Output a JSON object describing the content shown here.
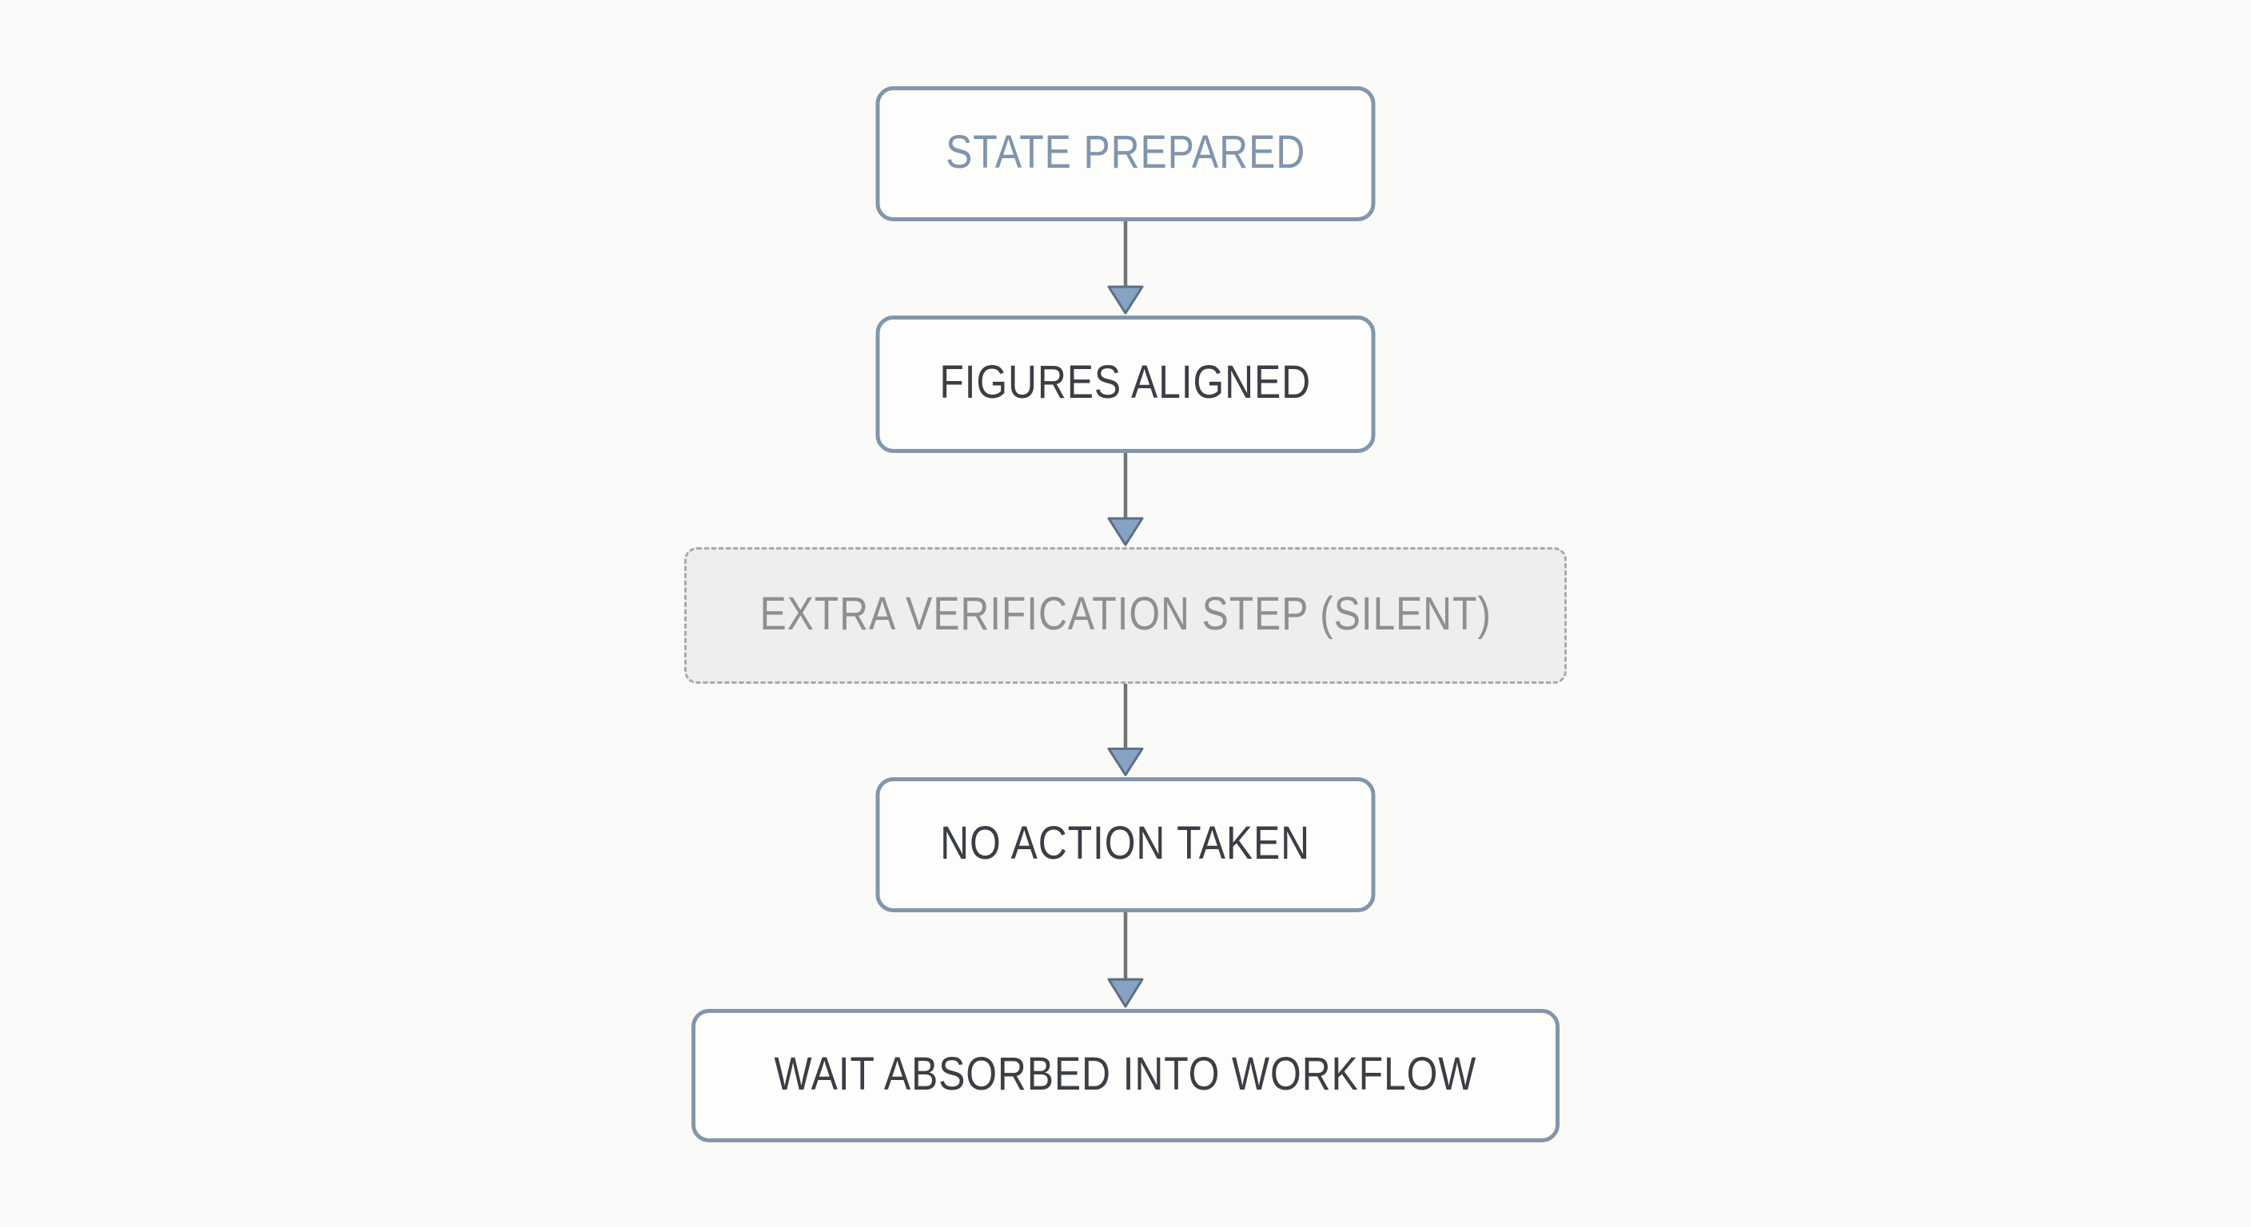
{
  "diagram": {
    "type": "flowchart",
    "direction": "top-down",
    "nodes": [
      {
        "id": "state-prepared",
        "label": "STATE PREPARED",
        "variant": "solid-accent"
      },
      {
        "id": "figures-aligned",
        "label": "FIGURES ALIGNED",
        "variant": "solid"
      },
      {
        "id": "extra-verification",
        "label": "EXTRA VERIFICATION STEP (SILENT)",
        "variant": "dashed-muted"
      },
      {
        "id": "no-action-taken",
        "label": "NO ACTION TAKEN",
        "variant": "solid"
      },
      {
        "id": "wait-absorbed",
        "label": "WAIT ABSORBED INTO WORKFLOW",
        "variant": "solid"
      }
    ],
    "edges": [
      {
        "from": "state-prepared",
        "to": "figures-aligned"
      },
      {
        "from": "figures-aligned",
        "to": "extra-verification"
      },
      {
        "from": "extra-verification",
        "to": "no-action-taken"
      },
      {
        "from": "no-action-taken",
        "to": "wait-absorbed"
      }
    ],
    "colors": {
      "page_bg": "#fafaf8",
      "node_fill": "#fdfdfc",
      "node_border": "#8296ab",
      "dashed_fill": "#eeeeec",
      "dashed_border": "#a9a9a9",
      "text_accent": "#8095ab",
      "text_dark": "#3b3f45",
      "text_muted": "#8d9093",
      "arrow_stem": "#717479",
      "arrow_head_fill": "#87a3c4",
      "arrow_head_stroke": "#5c6f83"
    }
  }
}
